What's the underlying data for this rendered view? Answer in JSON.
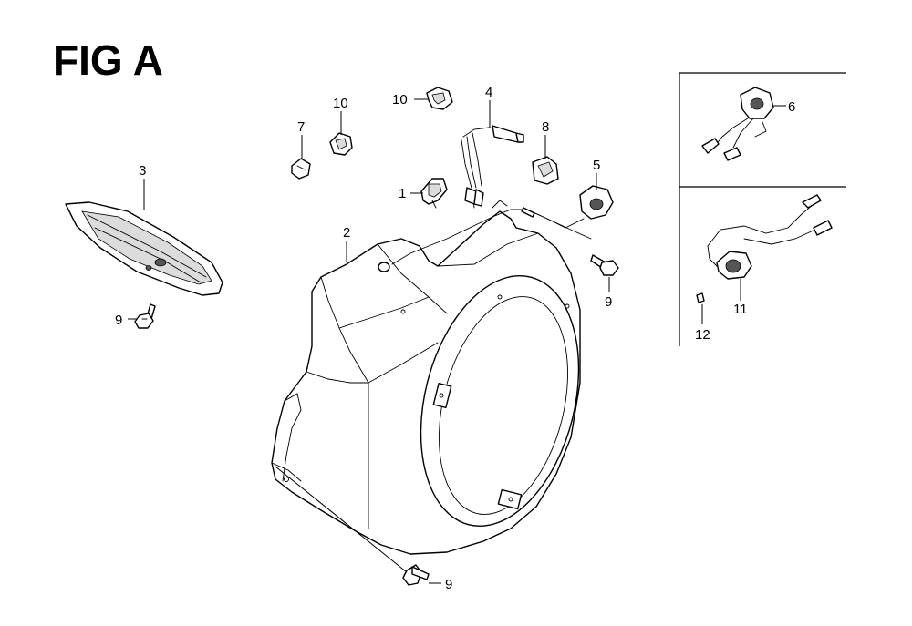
{
  "figure": {
    "title": "FIG A",
    "callouts": {
      "c1": "1",
      "c2": "2",
      "c3": "3",
      "c4": "4",
      "c5": "5",
      "c6": "6",
      "c7": "7",
      "c8": "8",
      "c9a": "9",
      "c9b": "9",
      "c9c": "9",
      "c10a": "10",
      "c10b": "10",
      "c11": "11",
      "c12": "12"
    }
  }
}
